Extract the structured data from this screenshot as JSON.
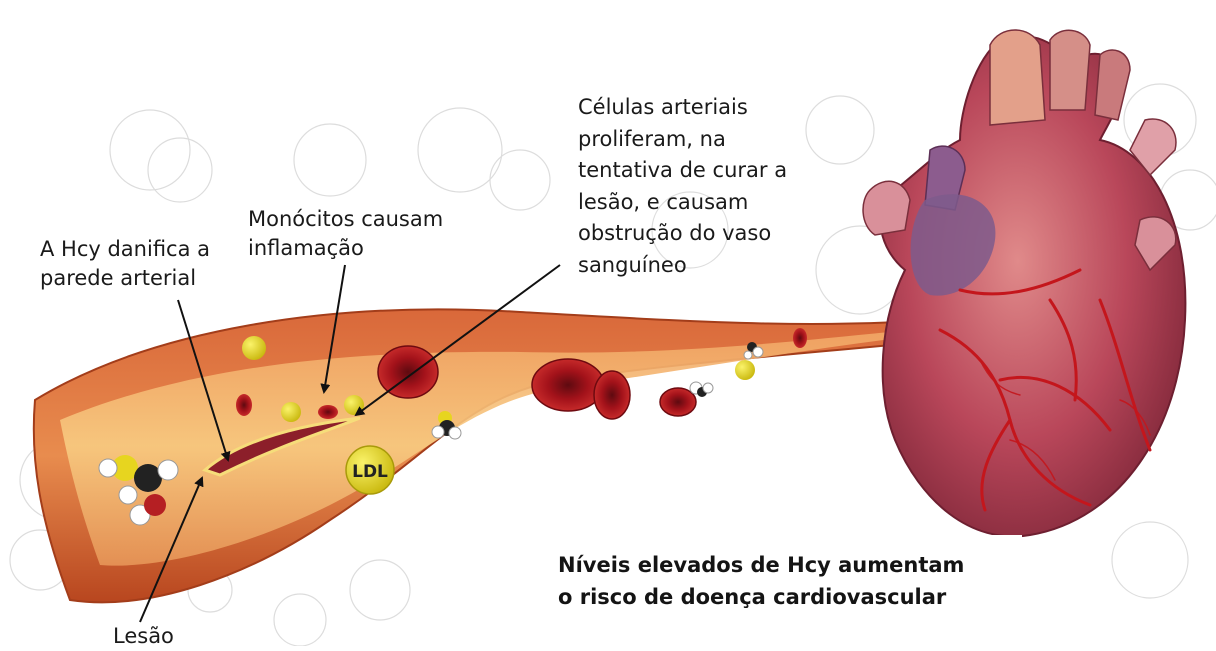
{
  "labels": {
    "hcy_damage": "A Hcy danifica a\nparede arterial",
    "monocytes": "Monócitos causam\ninflamação",
    "cell_proliferation": "Células arteriais\nproliferam, na\ntentativa de curar a\nlesão, e causam\nobstrução do vaso\nsanguíneo",
    "lesion": "Lesão"
  },
  "ldl_particle": {
    "label": "LDL"
  },
  "caption": "Níveis elevados de Hcy aumentam\no risco de doença cardiovascular",
  "colors": {
    "vessel_outer": "#c8552c",
    "vessel_inner": "#e8894a",
    "vessel_lumen": "#f6c27a",
    "heart_main": "#b9475a",
    "heart_shadow": "#8a2d3e",
    "artery_red": "#c4161c",
    "red_blood_cell": "#a3121a",
    "ldl_yellow": "#e7d51f",
    "text": "#1a1a1a"
  }
}
